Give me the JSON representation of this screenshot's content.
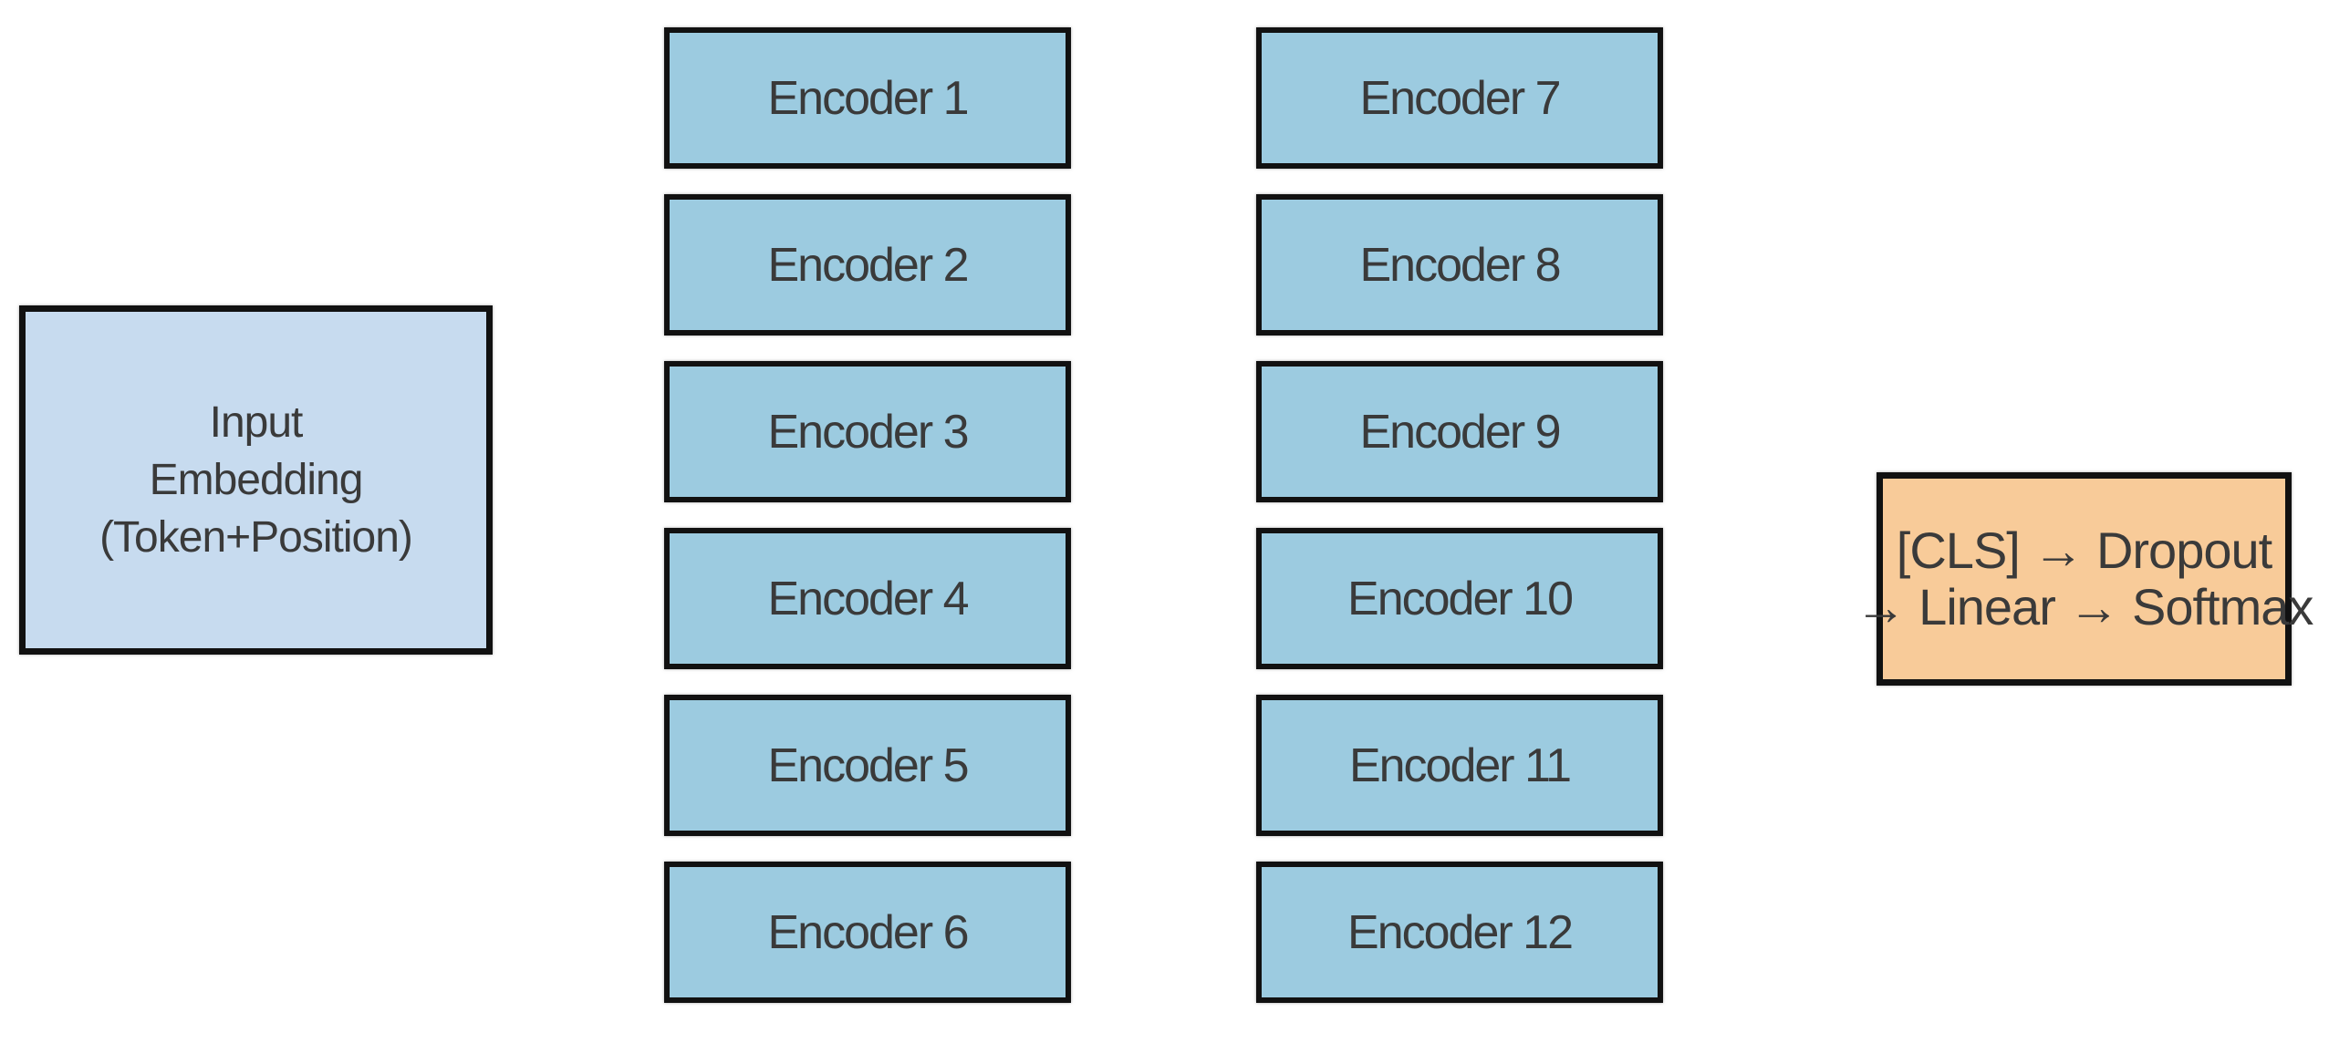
{
  "diagram": {
    "background_color": "#ffffff",
    "border_color": "#111111",
    "text_color": "#3a3a3a",
    "input_block": {
      "fill": "#c7dbef",
      "lines": [
        "Input",
        "Embedding",
        "(Token+Position)"
      ]
    },
    "encoder_columns": {
      "fill": "#9ccbe0",
      "left": [
        "Encoder 1",
        "Encoder 2",
        "Encoder 3",
        "Encoder 4",
        "Encoder 5",
        "Encoder 6"
      ],
      "right": [
        "Encoder 7",
        "Encoder 8",
        "Encoder 9",
        "Encoder 10",
        "Encoder 11",
        "Encoder 12"
      ]
    },
    "classifier_head": {
      "fill": "#f8cb99",
      "lines": [
        "[CLS] → Dropout",
        "→ Linear → Softmax"
      ]
    }
  }
}
